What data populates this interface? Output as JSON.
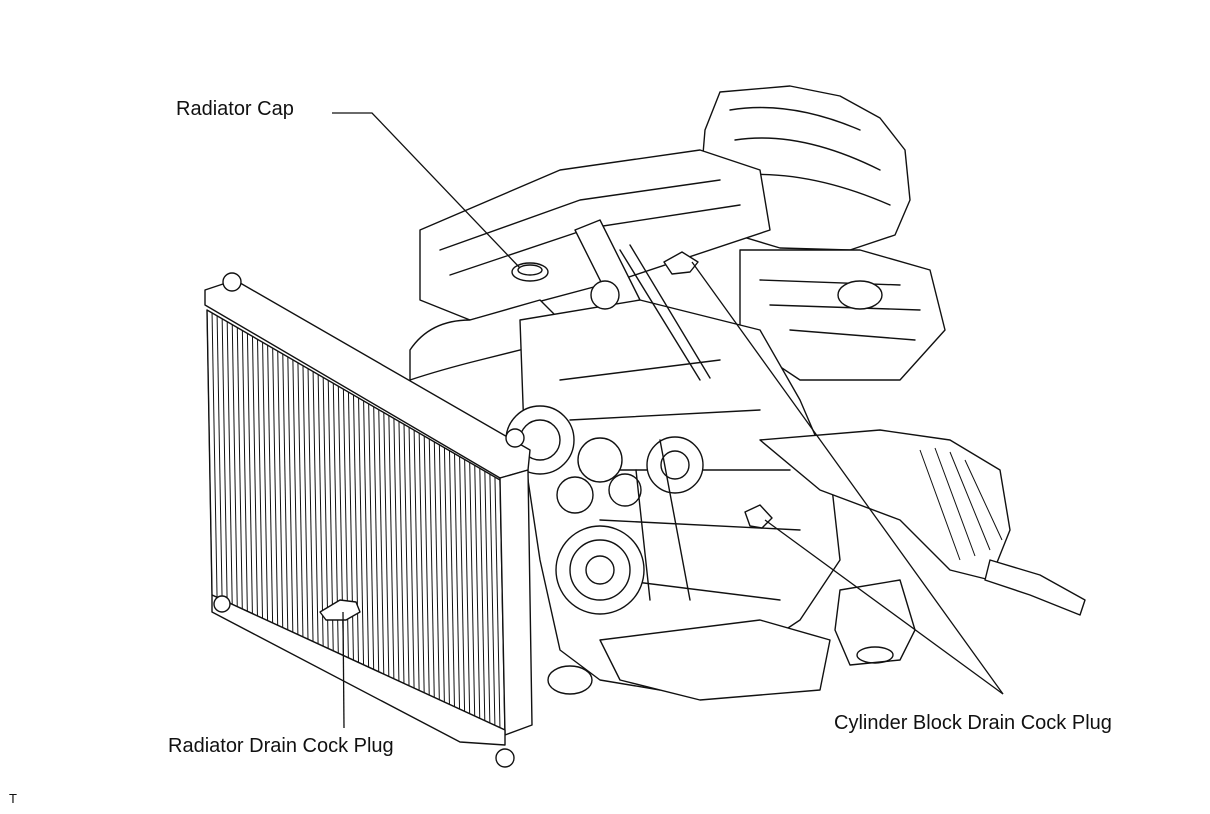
{
  "labels": {
    "radiator_cap": "Radiator Cap",
    "radiator_drain_cock_plug": "Radiator Drain Cock Plug",
    "cylinder_block_drain_cock_plug": "Cylinder Block Drain Cock Plug",
    "figure_code": "T"
  },
  "colors": {
    "ink": "#111111",
    "background": "#ffffff"
  }
}
